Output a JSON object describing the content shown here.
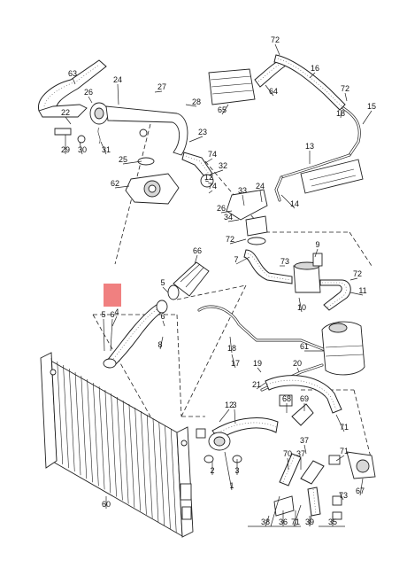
{
  "diagram": {
    "highlight_color": "#f08080",
    "highlighted_label": "4",
    "callouts": [
      "63",
      "26",
      "24",
      "27",
      "28",
      "22",
      "23",
      "29",
      "30",
      "31",
      "25",
      "62",
      "72",
      "16",
      "64",
      "65",
      "72",
      "18",
      "15",
      "13",
      "74",
      "32",
      "12",
      "74",
      "33",
      "24",
      "14",
      "26",
      "34",
      "72",
      "9",
      "7",
      "73",
      "10",
      "72",
      "11",
      "66",
      "4",
      "5",
      "6",
      "5",
      "6",
      "8",
      "18",
      "17",
      "61",
      "19",
      "20",
      "21",
      "12",
      "3",
      "68",
      "69",
      "71",
      "37",
      "2",
      "3",
      "1",
      "60",
      "70",
      "71",
      "67",
      "73",
      "37",
      "38",
      "36",
      "71",
      "39",
      "35"
    ]
  }
}
